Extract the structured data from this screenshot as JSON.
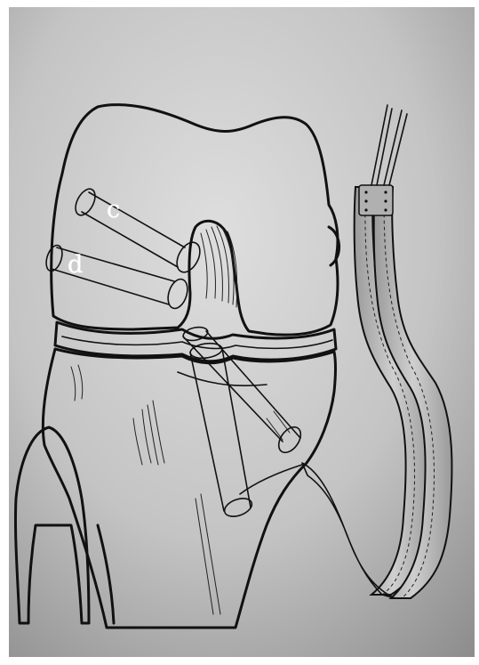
{
  "figure": {
    "labels": [
      {
        "id": "c",
        "text": "c"
      },
      {
        "id": "d",
        "text": "d"
      }
    ],
    "colors": {
      "background_light": "#d9d9d9",
      "background_dark": "#8a8a8a",
      "ink": "#111111",
      "label": "#ffffff"
    }
  }
}
